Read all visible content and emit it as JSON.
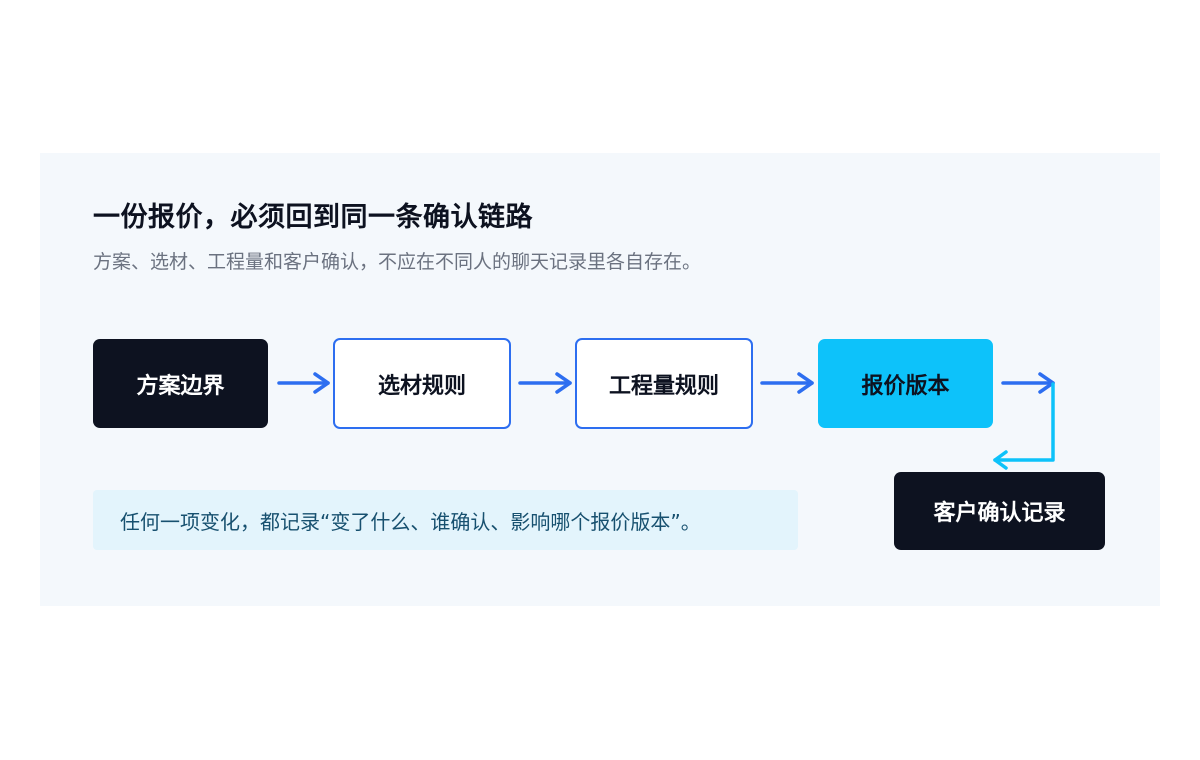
{
  "title": "一份报价，必须回到同一条确认链路",
  "subtitle": "方案、选材、工程量和客户确认，不应在不同人的聊天记录里各自存在。",
  "nodes": {
    "scheme_boundary": "方案边界",
    "material_rules": "选材规则",
    "quantity_rules": "工程量规则",
    "quote_version": "报价版本",
    "client_confirmation": "客户确认记录"
  },
  "note": "任何一项变化，都记录“变了什么、谁确认、影响哪个报价版本”。",
  "colors": {
    "dark_node": "#0d1220",
    "outline_blue": "#2d6ef0",
    "highlight_cyan": "#0dc2fa",
    "arrow_blue": "#2d6ef0",
    "arrow_cyan": "#0dc2fa",
    "card_background": "#f4f8fc",
    "note_background": "#e3f4fc"
  }
}
